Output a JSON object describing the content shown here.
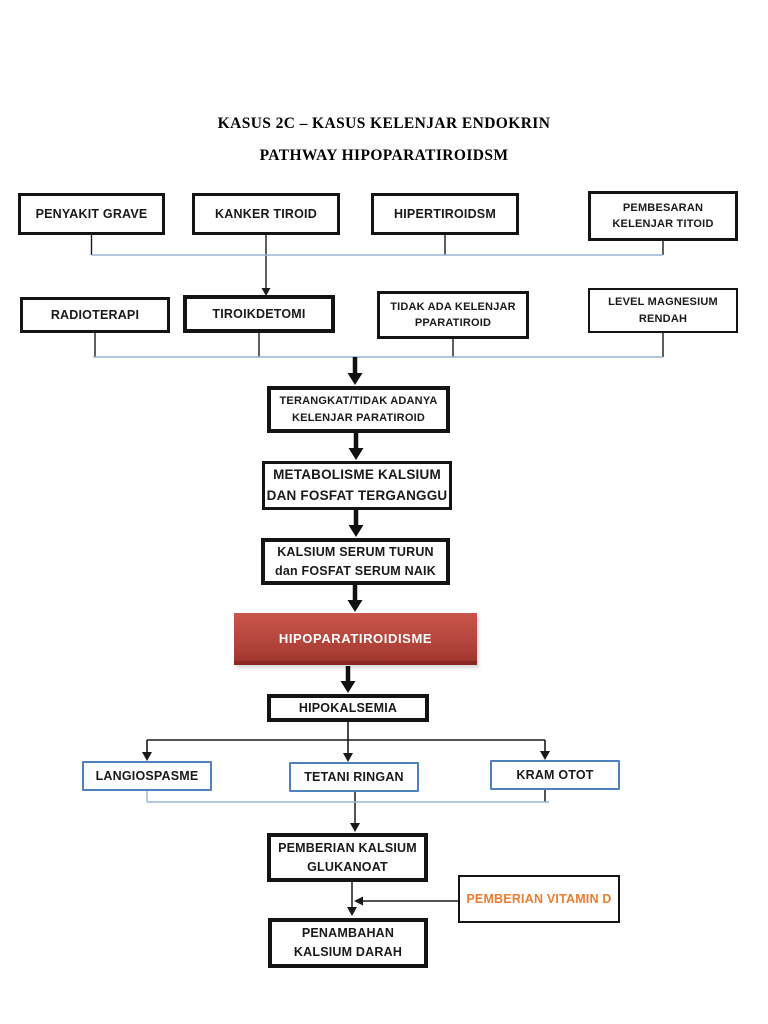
{
  "titles": {
    "line1": "KASUS 2C – KASUS KELENJAR ENDOKRIN",
    "line2": "PATHWAY HIPOPARATIROIDSM"
  },
  "nodes": {
    "penyakit_grave": {
      "lines": [
        "PENYAKIT GRAVE"
      ]
    },
    "kanker_tiroid": {
      "lines": [
        "KANKER TIROID"
      ]
    },
    "hipertiroidsm": {
      "lines": [
        "HIPERTIROIDSM"
      ]
    },
    "pembesaran": {
      "lines": [
        "PEMBESARAN",
        "KELENJAR TITOID"
      ]
    },
    "radioterapi": {
      "lines": [
        "RADIOTERAPI"
      ]
    },
    "tiroikdetomi": {
      "lines": [
        "TIROIKDETOMI"
      ]
    },
    "tidak_ada": {
      "lines": [
        "TIDAK ADA KELENJAR",
        "PPARATIROID"
      ]
    },
    "level_magnesium": {
      "lines": [
        "LEVEL MAGNESIUM",
        "RENDAH"
      ]
    },
    "terangkat": {
      "lines": [
        "TERANGKAT/TIDAK ADANYA",
        "KELENJAR PARATIROID"
      ]
    },
    "metabolisme": {
      "lines": [
        "METABOLISME KALSIUM",
        "DAN FOSFAT TERGANGGU"
      ]
    },
    "kalsium_serum": {
      "lines": [
        "KALSIUM SERUM TURUN",
        "dan FOSFAT SERUM NAIK"
      ]
    },
    "hipoparatiroidisme": {
      "lines": [
        "HIPOPARATIROIDISME"
      ]
    },
    "hipokalsemia": {
      "lines": [
        "HIPOKALSEMIA"
      ]
    },
    "langiospasme": {
      "lines": [
        "LANGIOSPASME"
      ]
    },
    "tetani_ringan": {
      "lines": [
        "TETANI RINGAN"
      ]
    },
    "kram_otot": {
      "lines": [
        "KRAM OTOT"
      ]
    },
    "pemberian_kalsium": {
      "lines": [
        "PEMBERIAN KALSIUM",
        "GLUKANOAT"
      ]
    },
    "vitamin_d": {
      "lines": [
        "PEMBERIAN VITAMIN D"
      ]
    },
    "penambahan": {
      "lines": [
        "PENAMBAHAN",
        "KALSIUM DARAH"
      ]
    }
  },
  "colors": {
    "highlight_red": "#B4453D",
    "branch_border_blue": "#4F81BD",
    "connector_light_blue": "#9AB3D5",
    "vitamin_orange": "#ED7D31",
    "line_black": "#1a1a1a"
  }
}
